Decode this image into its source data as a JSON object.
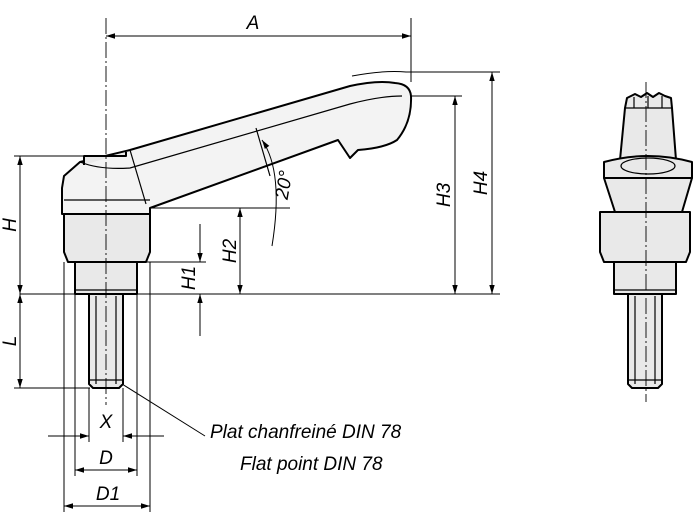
{
  "labels": {
    "A": "A",
    "H": "H",
    "H1": "H1",
    "H2": "H2",
    "H3": "H3",
    "H4": "H4",
    "L": "L",
    "X": "X",
    "D": "D",
    "D1": "D1",
    "angle": "20°"
  },
  "notes": {
    "french": "Plat chanfreiné DIN 78",
    "english": "Flat point DIN 78"
  }
}
